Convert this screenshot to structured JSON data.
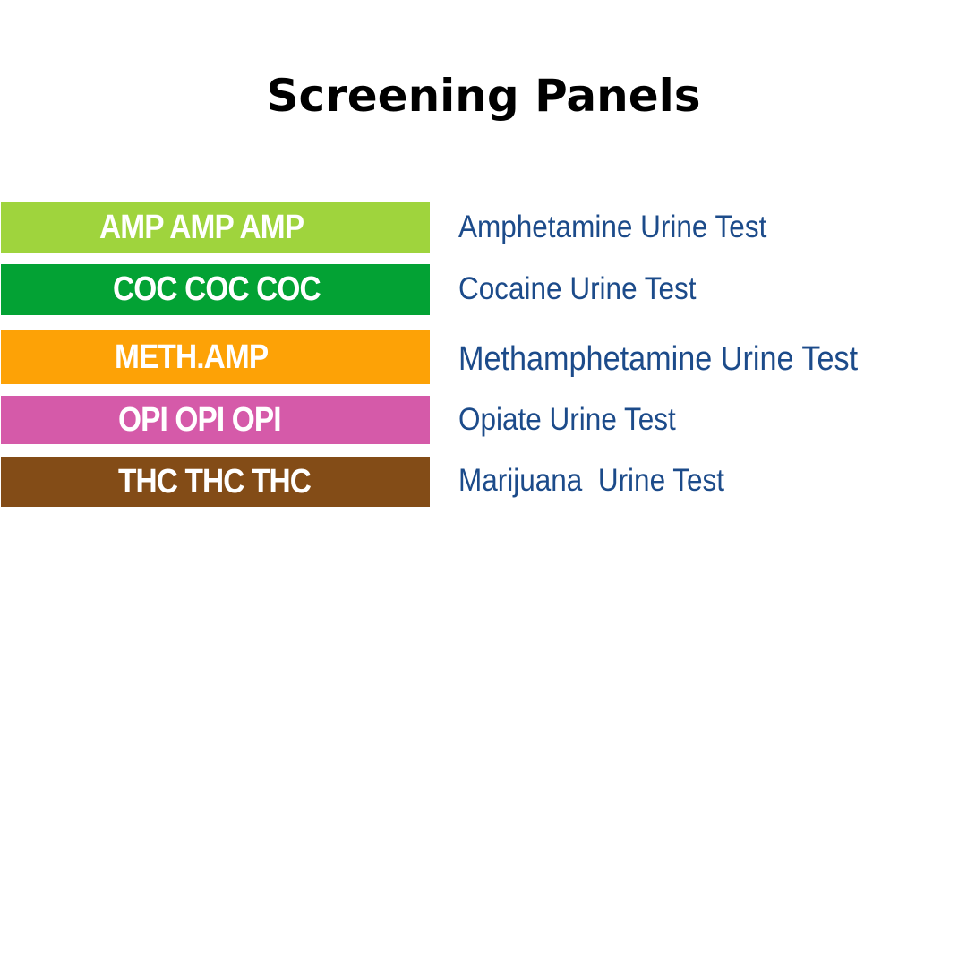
{
  "title": "Screening Panels",
  "panels": [
    {
      "code": "AMP AMP AMP",
      "name": "Amphetamine Urine Test",
      "color": "#9fd43d"
    },
    {
      "code": "COC COC COC",
      "name": "Cocaine Urine Test",
      "color": "#03a234"
    },
    {
      "code": "METH.AMP",
      "name": "Methamphetamine Urine Test",
      "color": "#fda206"
    },
    {
      "code": "OPI OPI OPI",
      "name": "Opiate Urine Test",
      "color": "#d55aa9"
    },
    {
      "code": "THC THC THC",
      "name": "Marijuana  Urine Test",
      "color": "#834c17"
    }
  ]
}
